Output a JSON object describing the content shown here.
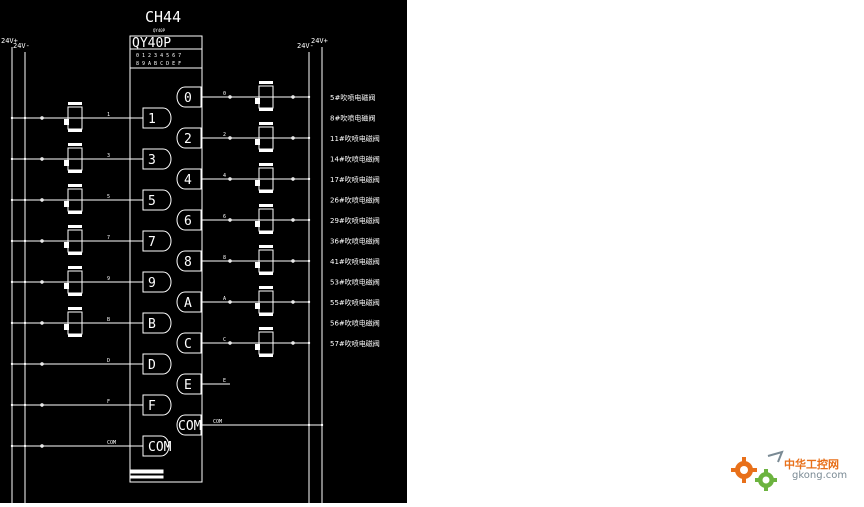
{
  "diagram": {
    "title": "CH44",
    "module_model": "QY40P",
    "module_model_small": "QY40P",
    "module_subtitle_line1": "0 1 2 3 4 5 6 7",
    "module_subtitle_line2": "8 9 A B C D E F",
    "supply_left_1": "24V+",
    "supply_left_2": "24V-",
    "supply_right_1": "24V-",
    "supply_right_2": "24V+",
    "left_ports": [
      {
        "label": "1",
        "wire": "1",
        "has_relay": true
      },
      {
        "label": "3",
        "wire": "3",
        "has_relay": true
      },
      {
        "label": "5",
        "wire": "5",
        "has_relay": true
      },
      {
        "label": "7",
        "wire": "7",
        "has_relay": true
      },
      {
        "label": "9",
        "wire": "9",
        "has_relay": true
      },
      {
        "label": "B",
        "wire": "B",
        "has_relay": true
      },
      {
        "label": "D",
        "wire": "D",
        "has_relay": false
      },
      {
        "label": "F",
        "wire": "F",
        "has_relay": false
      },
      {
        "label": "COM",
        "wire": "COM",
        "has_relay": false
      }
    ],
    "right_ports": [
      {
        "label": "0",
        "wire": "0",
        "has_relay": true
      },
      {
        "label": "2",
        "wire": "2",
        "has_relay": true
      },
      {
        "label": "4",
        "wire": "4",
        "has_relay": true
      },
      {
        "label": "6",
        "wire": "6",
        "has_relay": true
      },
      {
        "label": "8",
        "wire": "8",
        "has_relay": true
      },
      {
        "label": "A",
        "wire": "A",
        "has_relay": true
      },
      {
        "label": "C",
        "wire": "C",
        "has_relay": true
      },
      {
        "label": "E",
        "wire": "E",
        "has_relay": false
      },
      {
        "label": "COM",
        "wire": "COM",
        "has_relay": false
      }
    ],
    "valve_labels": [
      "5#吹喷电磁阀",
      "8#吹喷电磁阀",
      "11#吹喷电磁阀",
      "14#吹喷电磁阀",
      "17#吹喷电磁阀",
      "26#吹喷电磁阀",
      "29#吹喷电磁阀",
      "36#吹喷电磁阀",
      "41#吹喷电磁阀",
      "53#吹喷电磁阀",
      "55#吹喷电磁阀",
      "56#吹喷电磁阀",
      "57#吹喷电磁阀"
    ]
  },
  "watermark": {
    "text": "中华工控网",
    "url": "gkong.com",
    "colors": {
      "orange": "#e8701a",
      "green": "#6cb33f"
    }
  },
  "colors": {
    "background": "#000000",
    "lines": "#ffffff"
  }
}
